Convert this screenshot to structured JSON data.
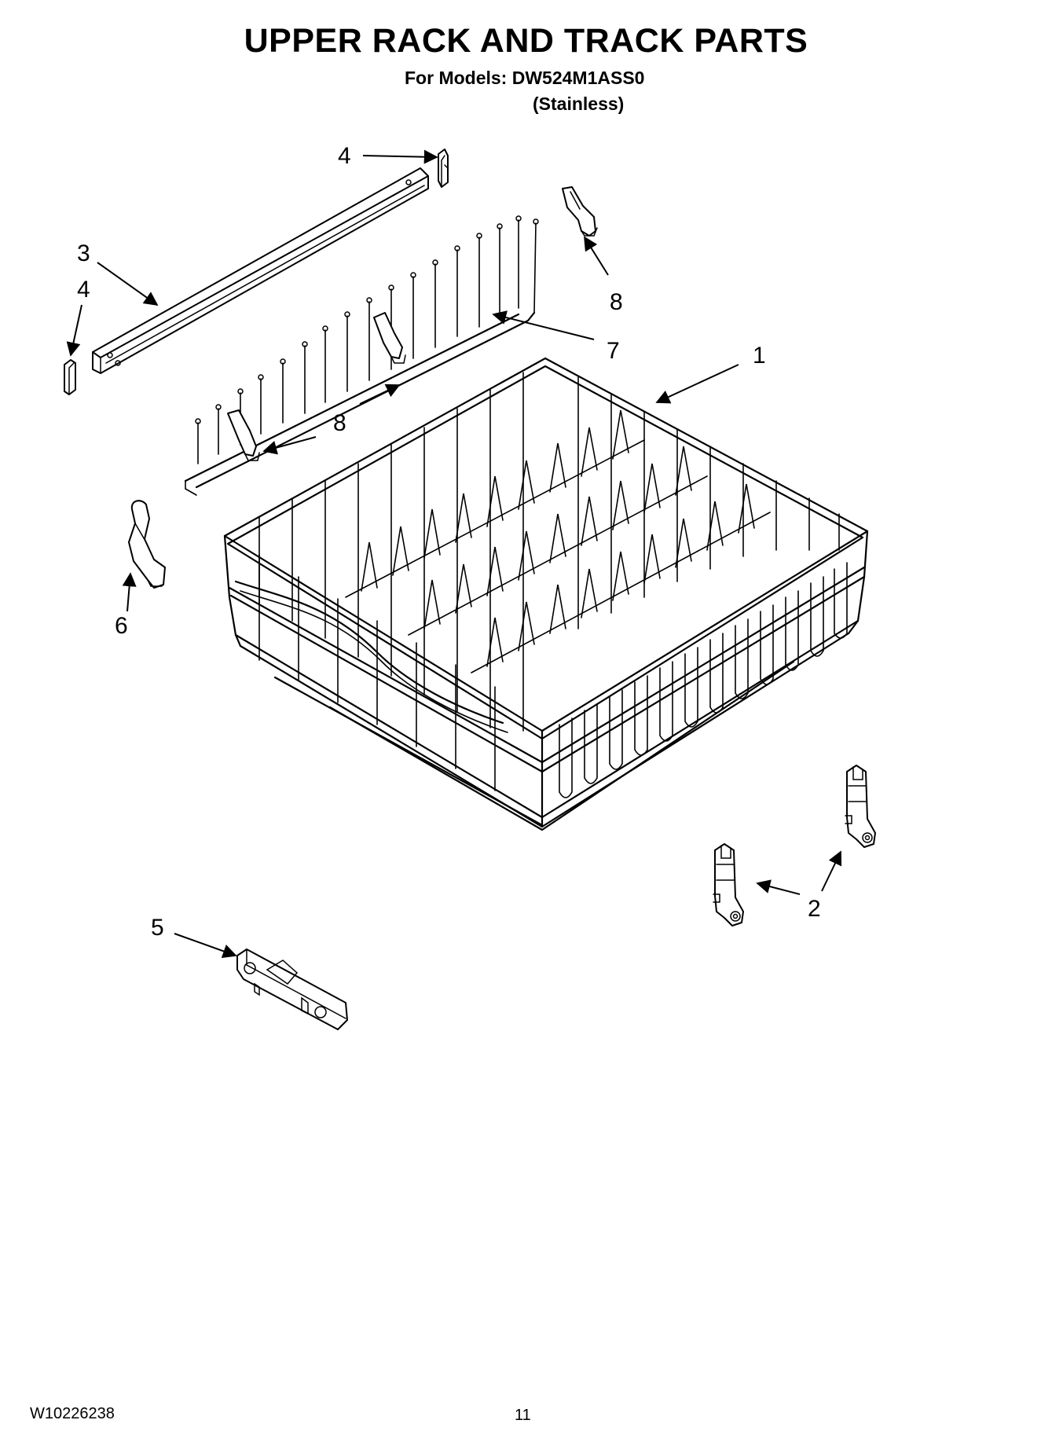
{
  "title": "UPPER RACK AND TRACK PARTS",
  "models_line": "For Models: DW524M1ASS0",
  "model_variant": "(Stainless)",
  "footer": {
    "document_code": "W10226238",
    "page_number": "11"
  },
  "callouts": [
    {
      "id": "c4-top",
      "label": "4"
    },
    {
      "id": "c3",
      "label": "3"
    },
    {
      "id": "c4-left",
      "label": "4"
    },
    {
      "id": "c8-top",
      "label": "8"
    },
    {
      "id": "c7",
      "label": "7"
    },
    {
      "id": "c1",
      "label": "1"
    },
    {
      "id": "c8-mid",
      "label": "8"
    },
    {
      "id": "c6",
      "label": "6"
    },
    {
      "id": "c2",
      "label": "2"
    },
    {
      "id": "c5",
      "label": "5"
    }
  ]
}
